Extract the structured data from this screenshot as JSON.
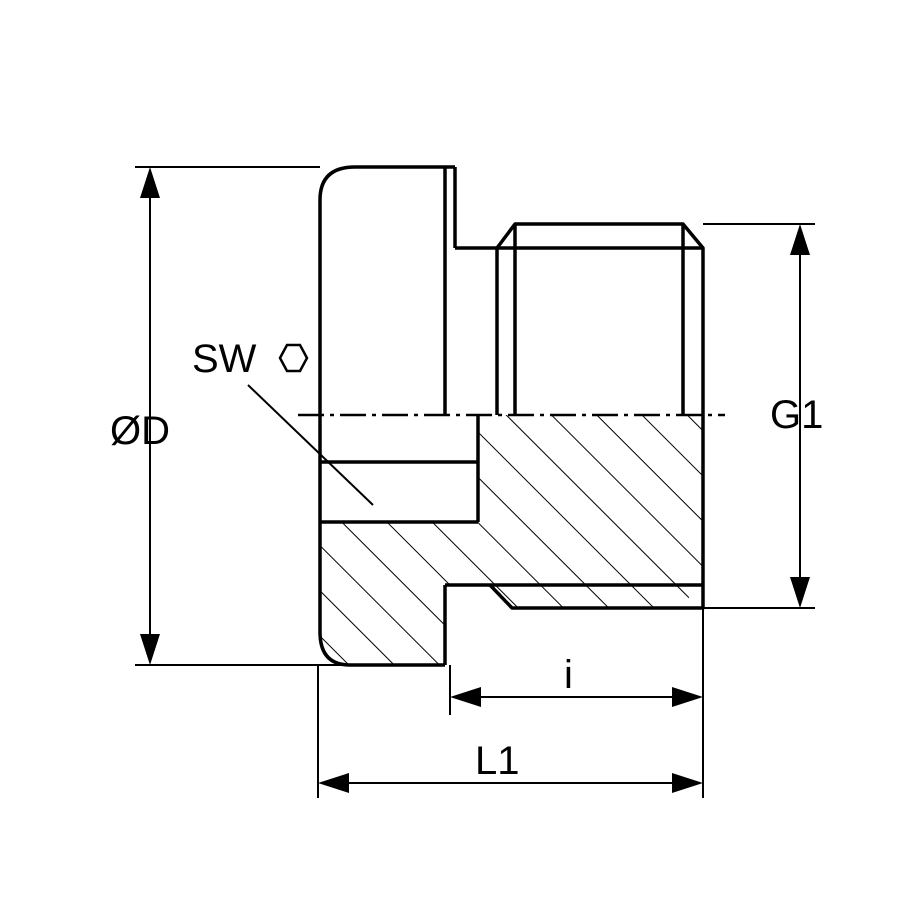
{
  "labels": {
    "diameter": "ØD",
    "wrench_size": "SW",
    "thread": "G1",
    "length": "L1",
    "thread_length": "i"
  },
  "icons": {
    "wrench_size_symbol": "hexagon-icon"
  },
  "colors": {
    "line": "#000000",
    "background": "#ffffff"
  }
}
